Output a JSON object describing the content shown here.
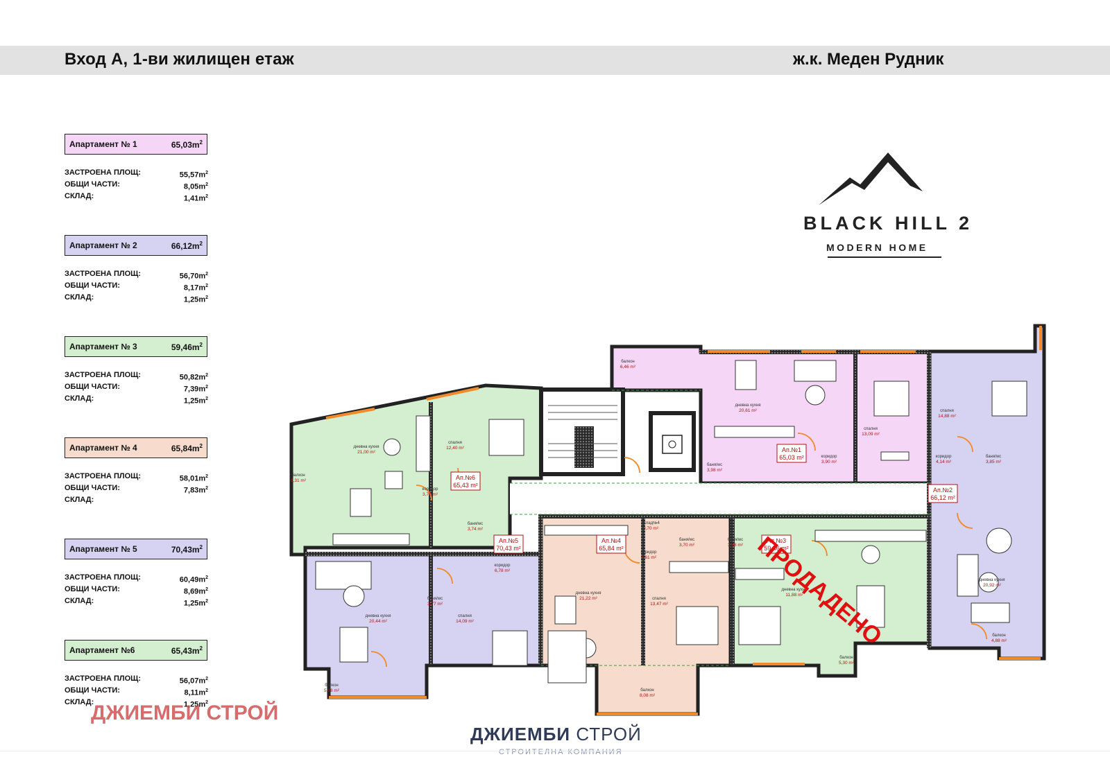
{
  "header": {
    "left_title": "Вход А, 1-ви жилищен етаж",
    "right_title": "ж.к. Меден Рудник"
  },
  "apartments": [
    {
      "title": "Апартамент № 1",
      "area": "65,03",
      "color": "#f6d6f6",
      "rows": [
        {
          "label": "ЗАСТРОЕНА ПЛОЩ:",
          "value": "55,57"
        },
        {
          "label": "ОБЩИ ЧАСТИ:",
          "value": "8,05"
        },
        {
          "label": "СКЛАД:",
          "value": "1,41"
        }
      ]
    },
    {
      "title": "Апартамент № 2",
      "area": "66,12",
      "color": "#d6d3f2",
      "rows": [
        {
          "label": "ЗАСТРОЕНА ПЛОЩ:",
          "value": "56,70"
        },
        {
          "label": "ОБЩИ ЧАСТИ:",
          "value": "8,17"
        },
        {
          "label": "СКЛАД:",
          "value": "1,25"
        }
      ]
    },
    {
      "title": "Апартамент № 3",
      "area": "59,46",
      "color": "#d4efcf",
      "rows": [
        {
          "label": "ЗАСТРОЕНА ПЛОЩ:",
          "value": "50,82"
        },
        {
          "label": "ОБЩИ ЧАСТИ:",
          "value": "7,39"
        },
        {
          "label": "СКЛАД:",
          "value": "1,25"
        }
      ]
    },
    {
      "title": "Апартамент № 4",
      "area": "65,84",
      "color": "#f7dccd",
      "rows": [
        {
          "label": "ЗАСТРОЕНА ПЛОЩ:",
          "value": "58,01"
        },
        {
          "label": "ОБЩИ ЧАСТИ:",
          "value": "7,83"
        },
        {
          "label": "СКЛАД:",
          "value": ""
        }
      ]
    },
    {
      "title": "Апартамент № 5",
      "area": "70,43",
      "color": "#d6d3f2",
      "rows": [
        {
          "label": "ЗАСТРОЕНА ПЛОЩ:",
          "value": "60,49"
        },
        {
          "label": "ОБЩИ ЧАСТИ:",
          "value": "8,69"
        },
        {
          "label": "СКЛАД:",
          "value": "1,25"
        }
      ]
    },
    {
      "title": "Апартамент №6",
      "area": "65,43",
      "color": "#d4efcf",
      "rows": [
        {
          "label": "ЗАСТРОЕНА ПЛОЩ:",
          "value": "56,07"
        },
        {
          "label": "ОБЩИ ЧАСТИ:",
          "value": "8,11"
        },
        {
          "label": "СКЛАД:",
          "value": "1,25"
        }
      ]
    }
  ],
  "area_unit": "m",
  "area_unit_power": "2",
  "logo": {
    "title": "BLACK HILL 2",
    "subtitle": "MODERN HOME"
  },
  "watermark": "ДЖИЕМБИ СТРОЙ",
  "company": {
    "name_bold": "ДЖИЕМБИ",
    "name_regular": "СТРОЙ",
    "tagline": "СТРОИТЕЛНА КОМПАНИЯ"
  },
  "sold_stamp": "ПРОДАДЕНО",
  "plan": {
    "room_labels": [
      {
        "text": "балкон",
        "area": "6,46 m²"
      },
      {
        "text": "дневна кухня",
        "area": "20,61 m²"
      },
      {
        "text": "спалня",
        "area": "13,09 m²"
      },
      {
        "text": "баня/wc",
        "area": "3,98 m²"
      },
      {
        "text": "коридор",
        "area": "3,90 m²"
      },
      {
        "text": "спалня",
        "area": "14,88 m²"
      },
      {
        "text": "коридор",
        "area": "4,14 m²"
      },
      {
        "text": "баня/wc",
        "area": "3,85 m²"
      },
      {
        "text": "дневна кухня",
        "area": "20,92 m²"
      },
      {
        "text": "балкон",
        "area": "4,88 m²"
      },
      {
        "text": "дневна кухня",
        "area": "21,00 m²"
      },
      {
        "text": "спалня",
        "area": "12,40 m²"
      },
      {
        "text": "балкон",
        "area": "6,31 m²"
      },
      {
        "text": "коридор",
        "area": "3,75 m²"
      },
      {
        "text": "баня/wc",
        "area": "3,74 m²"
      },
      {
        "text": "коридор",
        "area": "6,78 m²"
      },
      {
        "text": "баня/wc",
        "area": "3,77 m²"
      },
      {
        "text": "дневна кухня",
        "area": "20,44 m²"
      },
      {
        "text": "спалня",
        "area": "14,09 m²"
      },
      {
        "text": "балкон",
        "area": "5,98 m²"
      },
      {
        "text": "склад№4",
        "area": "0,70 m²"
      },
      {
        "text": "коридор",
        "area": "3,61 m²"
      },
      {
        "text": "баня/wc",
        "area": "3,70 m²"
      },
      {
        "text": "дневна кухня",
        "area": "21,22 m²"
      },
      {
        "text": "спалня",
        "area": "13,47 m²"
      },
      {
        "text": "балкон",
        "area": "8,08 m²"
      },
      {
        "text": "баня/wc",
        "area": "3,48 m²"
      },
      {
        "text": "дневна кухня",
        "area": "11,88 m²"
      },
      {
        "text": "балкон",
        "area": "5,30 m²"
      }
    ],
    "apt_tags": [
      {
        "name": "Ап.№1",
        "area": "65,03 m²"
      },
      {
        "name": "Ап.№2",
        "area": "66,12 m²"
      },
      {
        "name": "Ап.№3",
        "area": "59,46 m²"
      },
      {
        "name": "Ап.№4",
        "area": "65,84 m²"
      },
      {
        "name": "Ап.№5",
        "area": "70,43 m²"
      },
      {
        "name": "Ап.№6",
        "area": "65,43 m²"
      }
    ]
  }
}
